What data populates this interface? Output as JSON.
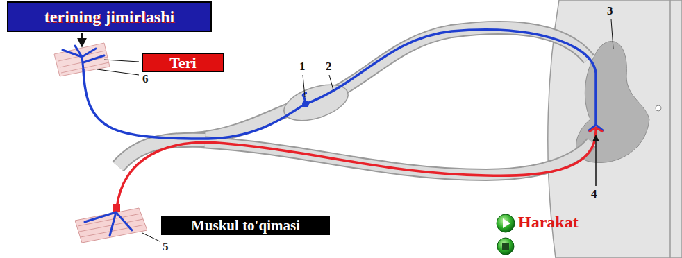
{
  "diagram": {
    "nodes": [
      {
        "text": [
          "terining jimirlashi"
        ]
      },
      {
        "text": [
          "Teri"
        ]
      },
      {
        "text": [
          "Muskul to'qimasi"
        ]
      }
    ],
    "labels": [
      "1",
      "2",
      "3",
      "4",
      "5",
      "6",
      "Harakat"
    ]
  }
}
